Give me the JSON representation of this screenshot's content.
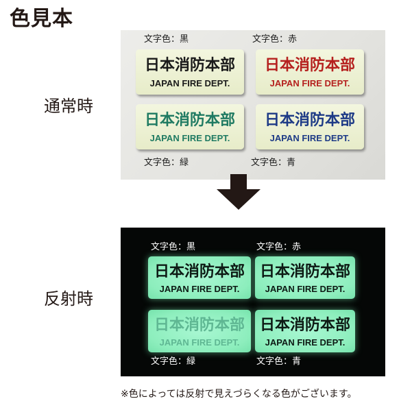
{
  "title": "色見本",
  "sections": {
    "normal_label": "通常時",
    "reflect_label": "反射時"
  },
  "color_labels": {
    "black": "文字色：黒",
    "red": "文字色：赤",
    "green": "文字色：緑",
    "blue": "文字色：青"
  },
  "plate": {
    "jp_text": "日本消防本部",
    "en_text": "JAPAN FIRE DEPT."
  },
  "colors": {
    "black": "#1a1a1a",
    "red": "#b5201e",
    "green": "#1f7a62",
    "blue": "#1d3a86",
    "glow_green_text": "#5fb793"
  },
  "note": "※色によっては反射で見えづらくなる色がございます。"
}
